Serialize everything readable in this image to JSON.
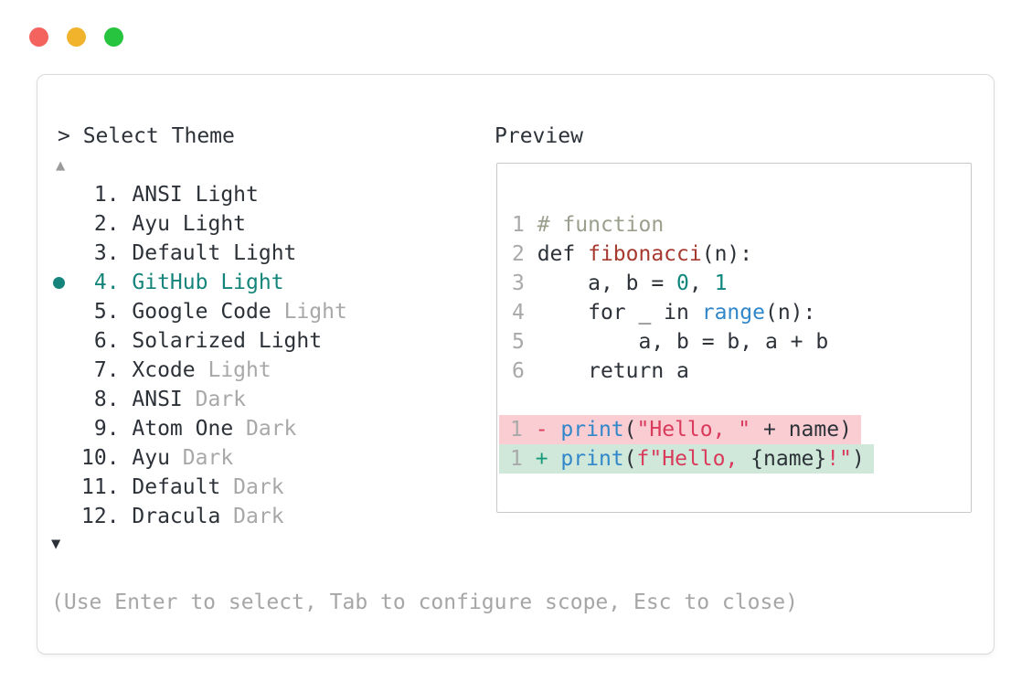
{
  "window": {
    "traffic_lights": {
      "close_color": "#f4635e",
      "minimize_color": "#f0b32b",
      "zoom_color": "#27c53f"
    }
  },
  "theme_picker": {
    "title": "> Select Theme",
    "scroll_up_glyph": "▲",
    "scroll_down_glyph": "▼",
    "selected_color": "#15857b",
    "items": [
      {
        "number": " 1.",
        "name": "ANSI Light",
        "muted": "",
        "selected": false
      },
      {
        "number": " 2.",
        "name": "Ayu Light",
        "muted": "",
        "selected": false
      },
      {
        "number": " 3.",
        "name": "Default Light",
        "muted": "",
        "selected": false
      },
      {
        "number": " 4.",
        "name": "GitHub Light",
        "muted": "",
        "selected": true
      },
      {
        "number": " 5.",
        "name": "Google Code",
        "muted": "Light",
        "selected": false
      },
      {
        "number": " 6.",
        "name": "Solarized Light",
        "muted": "",
        "selected": false
      },
      {
        "number": " 7.",
        "name": "Xcode",
        "muted": "Light",
        "selected": false
      },
      {
        "number": " 8.",
        "name": "ANSI",
        "muted": "Dark",
        "selected": false
      },
      {
        "number": " 9.",
        "name": "Atom One",
        "muted": "Dark",
        "selected": false
      },
      {
        "number": "10.",
        "name": "Ayu",
        "muted": "Dark",
        "selected": false
      },
      {
        "number": "11.",
        "name": "Default",
        "muted": "Dark",
        "selected": false
      },
      {
        "number": "12.",
        "name": "Dracula",
        "muted": "Dark",
        "selected": false
      }
    ],
    "hint": "(Use Enter to select, Tab to configure scope, Esc to close)"
  },
  "preview": {
    "title": "Preview",
    "colors": {
      "text": "#2d3239",
      "line_number": "#a9a9a9",
      "comment": "#9aa08d",
      "function_name": "#a73a30",
      "number_literal": "#11867c",
      "builtin": "#3187c9",
      "string": "#da3a5b",
      "diff_added_fg": "#189a7b",
      "diff_removed_bg": "#f9cdd2",
      "diff_added_bg": "#cfe8da"
    },
    "code_lines": [
      {
        "num": "1",
        "diff": "",
        "tokens": [
          [
            "comment",
            "# function"
          ]
        ]
      },
      {
        "num": "2",
        "diff": "",
        "tokens": [
          [
            "text",
            "def "
          ],
          [
            "func",
            "fibonacci"
          ],
          [
            "text",
            "(n):"
          ]
        ]
      },
      {
        "num": "3",
        "diff": "",
        "tokens": [
          [
            "text",
            "    a, b = "
          ],
          [
            "num",
            "0"
          ],
          [
            "text",
            ", "
          ],
          [
            "num",
            "1"
          ]
        ]
      },
      {
        "num": "4",
        "diff": "",
        "tokens": [
          [
            "text",
            "    for _ in "
          ],
          [
            "builtin",
            "range"
          ],
          [
            "text",
            "(n):"
          ]
        ]
      },
      {
        "num": "5",
        "diff": "",
        "tokens": [
          [
            "text",
            "        a, b = b, a + b"
          ]
        ]
      },
      {
        "num": "6",
        "diff": "",
        "tokens": [
          [
            "text",
            "    return a"
          ]
        ]
      },
      {
        "num": "",
        "diff": "",
        "tokens": []
      },
      {
        "num": "1",
        "diff": "removed",
        "tokens": [
          [
            "str",
            "-"
          ],
          [
            "text",
            " "
          ],
          [
            "builtin",
            "print"
          ],
          [
            "text",
            "("
          ],
          [
            "str",
            "\"Hello, \""
          ],
          [
            "text",
            " + name)"
          ]
        ]
      },
      {
        "num": "1",
        "diff": "added",
        "tokens": [
          [
            "add",
            "+"
          ],
          [
            "text",
            " "
          ],
          [
            "builtin",
            "print"
          ],
          [
            "text",
            "("
          ],
          [
            "str",
            "f\"Hello, "
          ],
          [
            "text",
            "{name}"
          ],
          [
            "str",
            "!\""
          ],
          [
            "text",
            ")"
          ]
        ]
      }
    ]
  }
}
